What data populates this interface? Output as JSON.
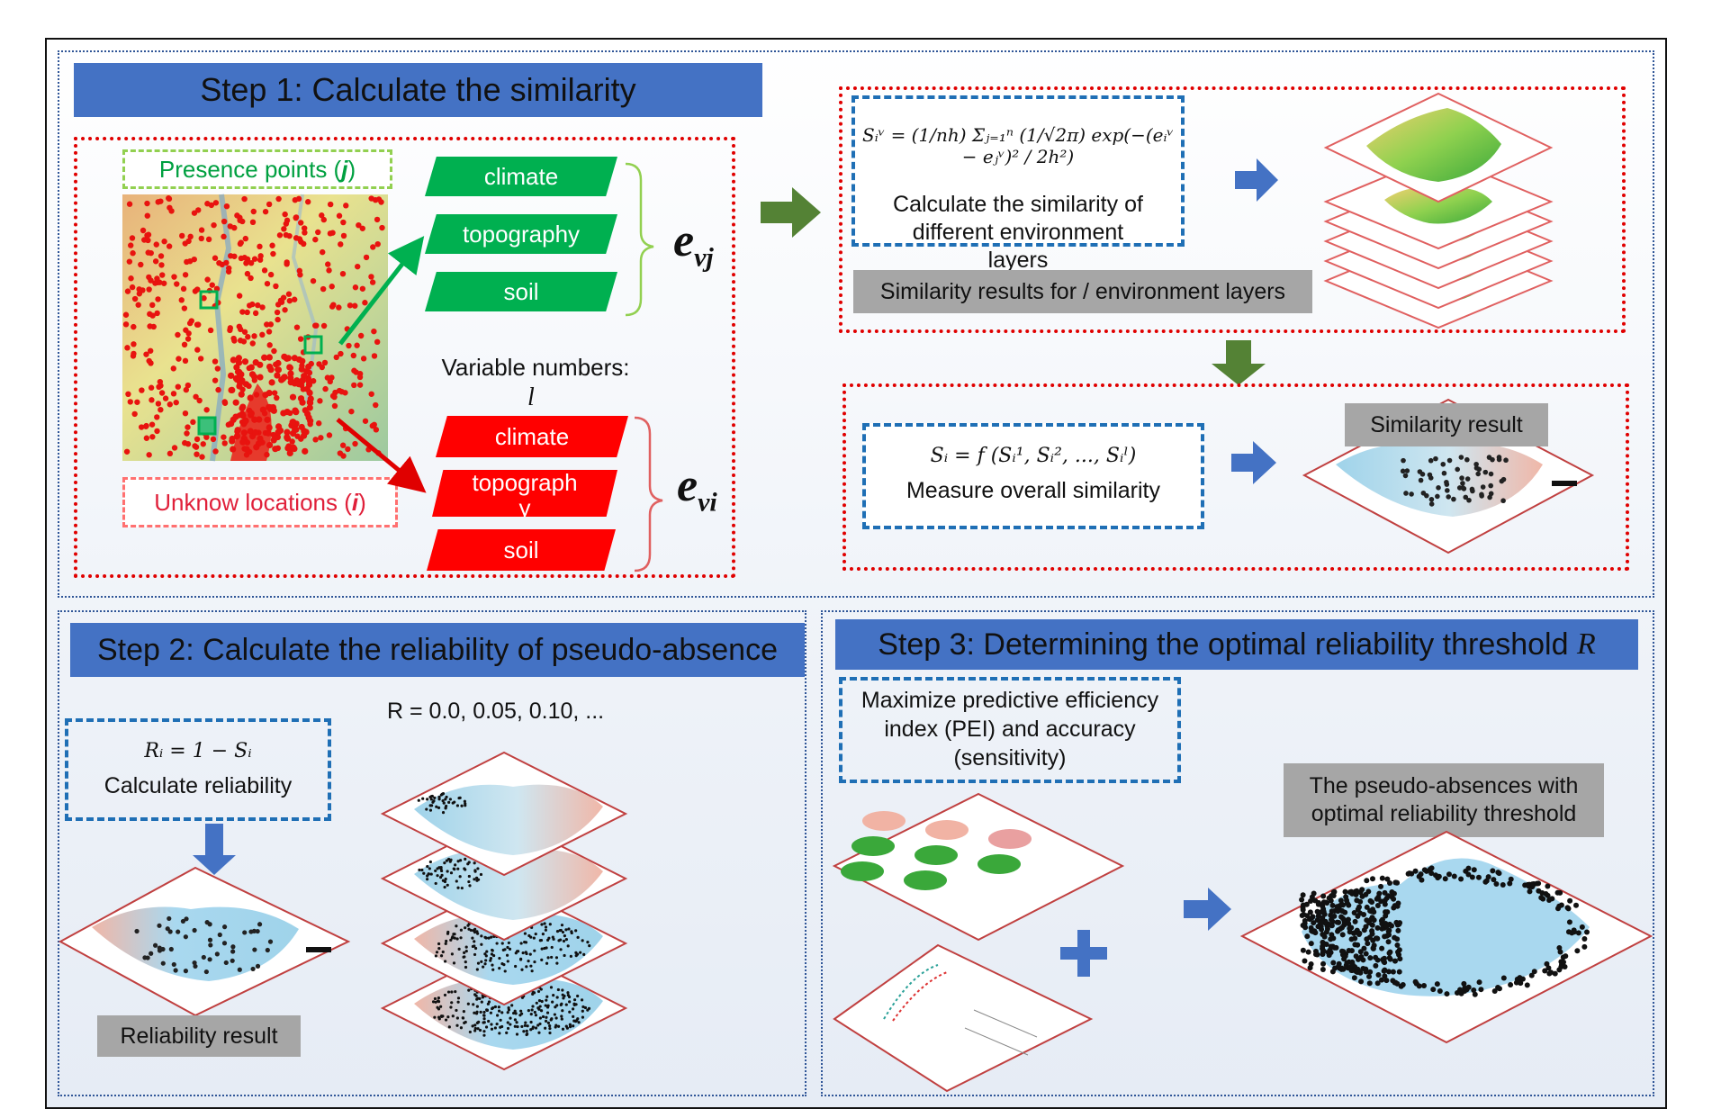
{
  "step1": {
    "title": "Step 1: Calculate the similarity",
    "presence_pre": "Presence points (",
    "presence_var": "j",
    "presence_post": ")",
    "unknown_pre": "Unknow locations (",
    "unknown_var": "i",
    "unknown_post": ")",
    "variables_label": "Variable numbers:",
    "variables_symbol": "l",
    "env_presence": [
      "climate",
      "topography",
      "soil"
    ],
    "env_unknown": [
      "climate",
      "topograph\ny",
      "soil"
    ],
    "e_presence": {
      "base": "e",
      "sub": "vj"
    },
    "e_unknown": {
      "base": "e",
      "sub": "vi"
    },
    "similarity_formula": "Sᵢᵛ = (1/nh) Σⱼ₌₁ⁿ (1/√2π) exp(−(eᵢᵛ − eⱼᵛ)² / 2h²)",
    "similarity_caption": "Calculate the similarity of different environment layers",
    "similarity_results_label": "Similarity results for / environment layers",
    "overall_formula": "Sᵢ = f (Sᵢ¹, Sᵢ², ..., Sᵢˡ)",
    "overall_caption": "Measure overall similarity",
    "similarity_result_label": "Similarity result"
  },
  "step2": {
    "title": "Step 2: Calculate the reliability of pseudo-absence",
    "formula": "Rᵢ = 1 − Sᵢ",
    "caption": "Calculate reliability",
    "r_values": "R = 0.0, 0.05, 0.10, ...",
    "result_label": "Reliability result"
  },
  "step3": {
    "title": "Step 3: Determining the optimal reliability threshold",
    "title_symbol": "R",
    "objective": "Maximize predictive efficiency index (PEI) and accuracy (sensitivity)",
    "final_label": "The pseudo-absences with optimal reliability threshold"
  },
  "colors": {
    "banner": "#4472c4",
    "green_box": "#00b050",
    "red_box": "#ff0000",
    "arrow_blue": "#4472c4",
    "arrow_green": "#548235",
    "gray_label": "#a6a6a6"
  }
}
